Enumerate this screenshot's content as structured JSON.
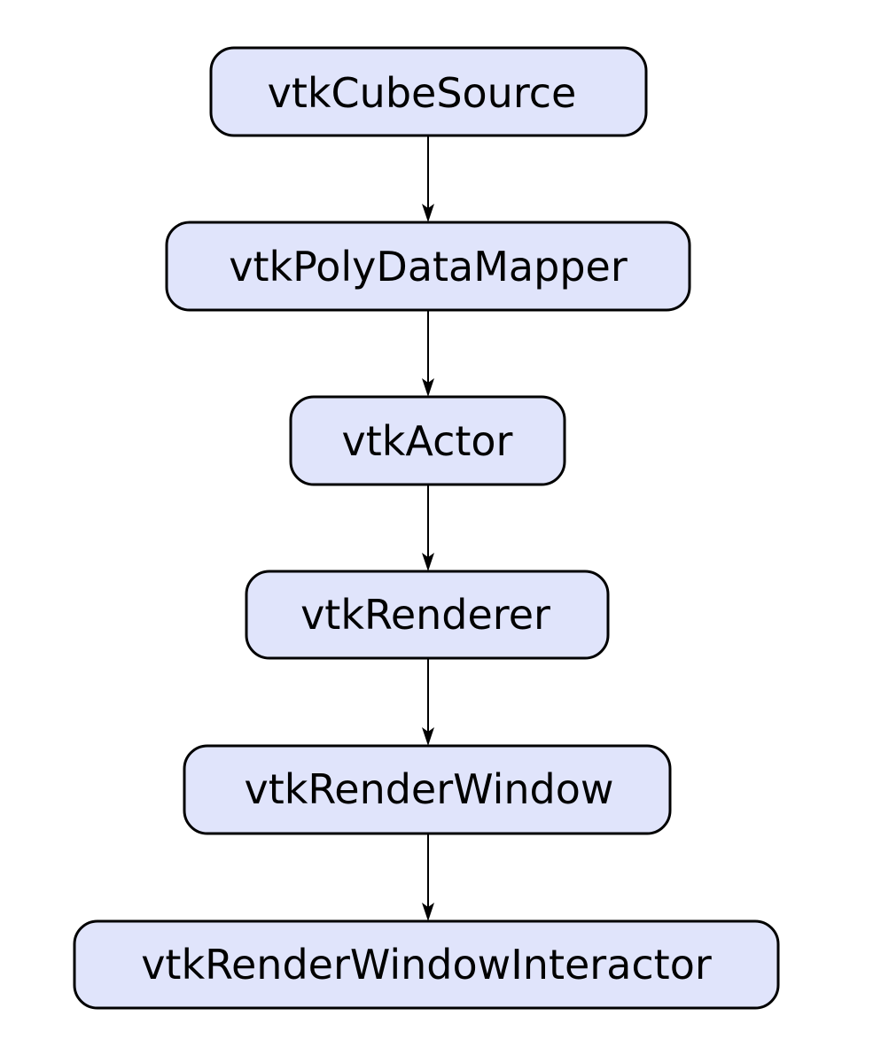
{
  "diagram": {
    "type": "flowchart",
    "direction": "top-to-bottom",
    "colors": {
      "node_fill": "#e0e4fb",
      "node_stroke": "#000000",
      "edge": "#000000"
    },
    "nodes": [
      {
        "id": "n1",
        "label": "vtkCubeSource"
      },
      {
        "id": "n2",
        "label": "vtkPolyDataMapper"
      },
      {
        "id": "n3",
        "label": "vtkActor"
      },
      {
        "id": "n4",
        "label": "vtkRenderer"
      },
      {
        "id": "n5",
        "label": "vtkRenderWindow"
      },
      {
        "id": "n6",
        "label": "vtkRenderWindowInteractor"
      }
    ],
    "edges": [
      {
        "from": "n1",
        "to": "n2"
      },
      {
        "from": "n2",
        "to": "n3"
      },
      {
        "from": "n3",
        "to": "n4"
      },
      {
        "from": "n4",
        "to": "n5"
      },
      {
        "from": "n5",
        "to": "n6"
      }
    ]
  }
}
